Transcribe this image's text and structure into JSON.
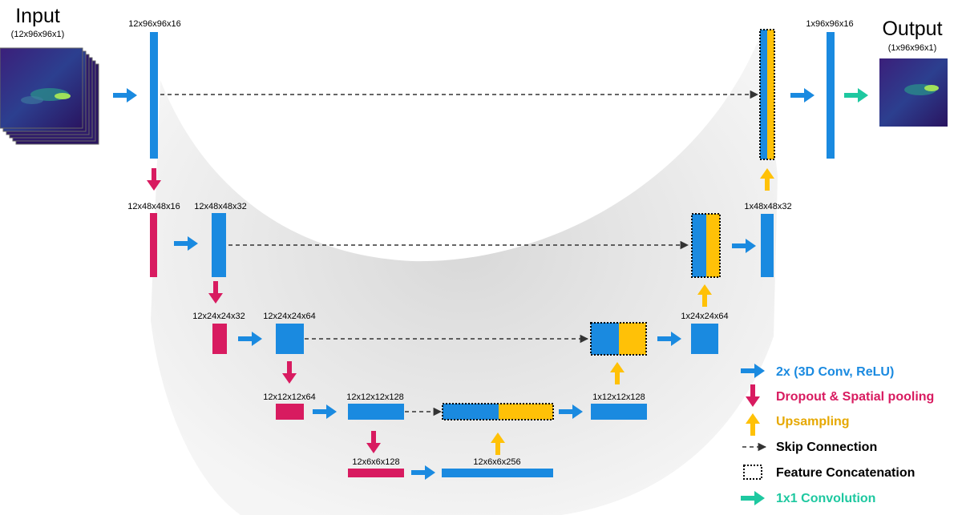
{
  "input": {
    "title": "Input",
    "shape": "(12x96x96x1)"
  },
  "output": {
    "title": "Output",
    "shape": "(1x96x96x1)"
  },
  "layer_labels": {
    "enc1": "12x96x96x16",
    "pool1": "12x48x48x16",
    "enc2": "12x48x48x32",
    "pool2": "12x24x24x32",
    "enc3": "12x24x24x64",
    "pool3": "12x12x12x64",
    "enc4": "12x12x12x128",
    "pool4": "12x6x6x128",
    "bottleneck": "12x6x6x256",
    "dec4": "1x12x12x128",
    "dec3": "1x24x24x64",
    "dec2": "1x48x48x32",
    "dec1": "1x96x96x16"
  },
  "legend": [
    {
      "label": "2x (3D Conv, ReLU)",
      "color": "#1a8ae0",
      "icon": "arrow-right-icon"
    },
    {
      "label": "Dropout & Spatial pooling",
      "color": "#d81b60",
      "icon": "arrow-down-icon"
    },
    {
      "label": "Upsampling",
      "color": "#ffc107",
      "icon": "arrow-up-icon"
    },
    {
      "label": "Skip Connection",
      "color": "#000000",
      "icon": "dashed-arrow-icon"
    },
    {
      "label": "Feature Concatenation",
      "color": "#000000",
      "icon": "dotted-box-icon"
    },
    {
      "label": "1x1 Convolution",
      "color": "#1ec8a0",
      "icon": "arrow-right-icon"
    }
  ],
  "colors": {
    "conv": "#1a8ae0",
    "pool": "#d81b60",
    "upsample": "#ffc107",
    "conv1x1": "#1ec8a0",
    "skip": "#333333"
  }
}
